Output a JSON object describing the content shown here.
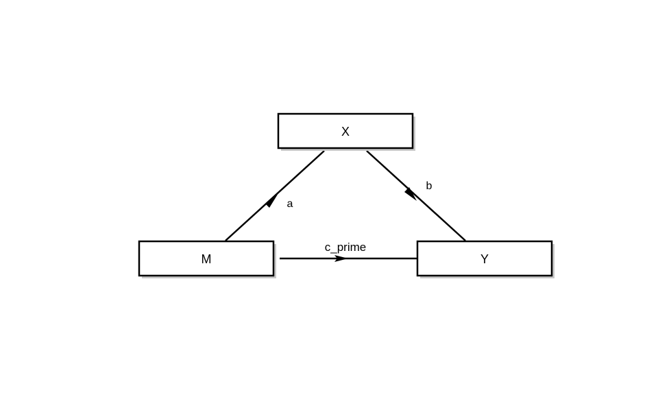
{
  "diagram": {
    "nodes": {
      "x": {
        "label": "X"
      },
      "m": {
        "label": "M"
      },
      "y": {
        "label": "Y"
      }
    },
    "edges": {
      "a": {
        "label": "a",
        "from": "M",
        "to": "X"
      },
      "b": {
        "label": "b",
        "from": "X",
        "to": "Y"
      },
      "c_prime": {
        "label": "c_prime",
        "from": "M",
        "to": "Y"
      }
    }
  },
  "colors": {
    "stroke": "#000000",
    "shadow": "#c8c8c8",
    "box_fill": "#ffffff"
  }
}
